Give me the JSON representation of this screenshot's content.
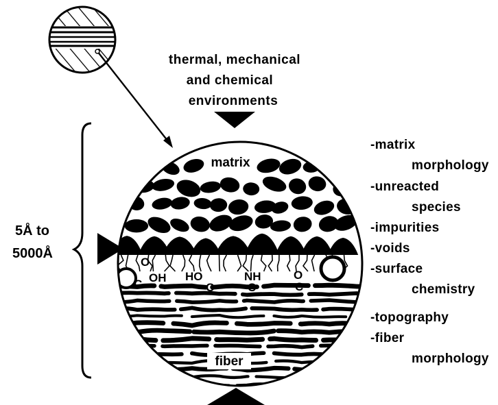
{
  "environment_text": [
    "thermal, mechanical",
    "and chemical",
    "environments"
  ],
  "scale": {
    "line1": "5Å to",
    "line2": "5000Å"
  },
  "regions": {
    "matrix": "matrix",
    "fiber": "fiber"
  },
  "chemistry_labels": {
    "oxygen1": "O",
    "carbon1": "C",
    "hydroxyl": "OH",
    "ho": "HO",
    "carbon2": "C",
    "nh": "NH",
    "carbon3": "C",
    "oxygen3": "O",
    "carbon4": "C"
  },
  "factors": [
    {
      "dash": "-",
      "line1": "matrix",
      "line2": "morphology"
    },
    {
      "dash": "-",
      "line1": "unreacted",
      "line2": "species"
    },
    {
      "dash": "-",
      "line1": "impurities",
      "line2": ""
    },
    {
      "dash": "-",
      "line1": "voids",
      "line2": ""
    },
    {
      "dash": "-",
      "line1": "surface",
      "line2": "chemistry"
    },
    {
      "dash": "-",
      "line1": "topography",
      "line2": ""
    },
    {
      "dash": "-",
      "line1": "fiber",
      "line2": "morphology"
    }
  ]
}
